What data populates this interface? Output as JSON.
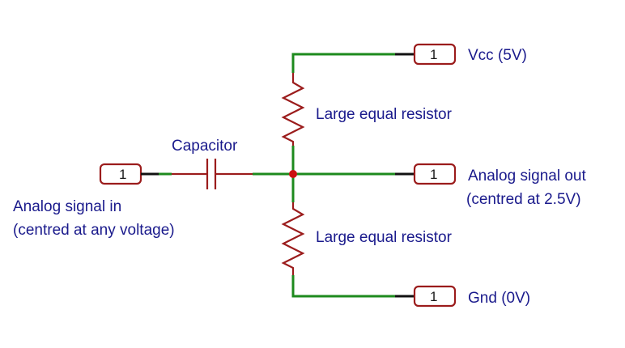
{
  "labels": {
    "vcc": "Vcc (5V)",
    "top_resistor": "Large equal resistor",
    "capacitor": "Capacitor",
    "signal_out_line1": "Analog signal out",
    "signal_out_line2": "(centred at 2.5V)",
    "signal_in_line1": "Analog signal in",
    "signal_in_line2": "(centred at any voltage)",
    "bottom_resistor": "Large equal resistor",
    "gnd": "Gnd (0V)"
  },
  "connectors": {
    "vcc_pin": "1",
    "out_pin": "1",
    "in_pin": "1",
    "gnd_pin": "1"
  },
  "colors": {
    "wire": "#1d8a1d",
    "component": "#9b1c1c",
    "label": "#1a1a8c",
    "junction": "#cc1111"
  }
}
